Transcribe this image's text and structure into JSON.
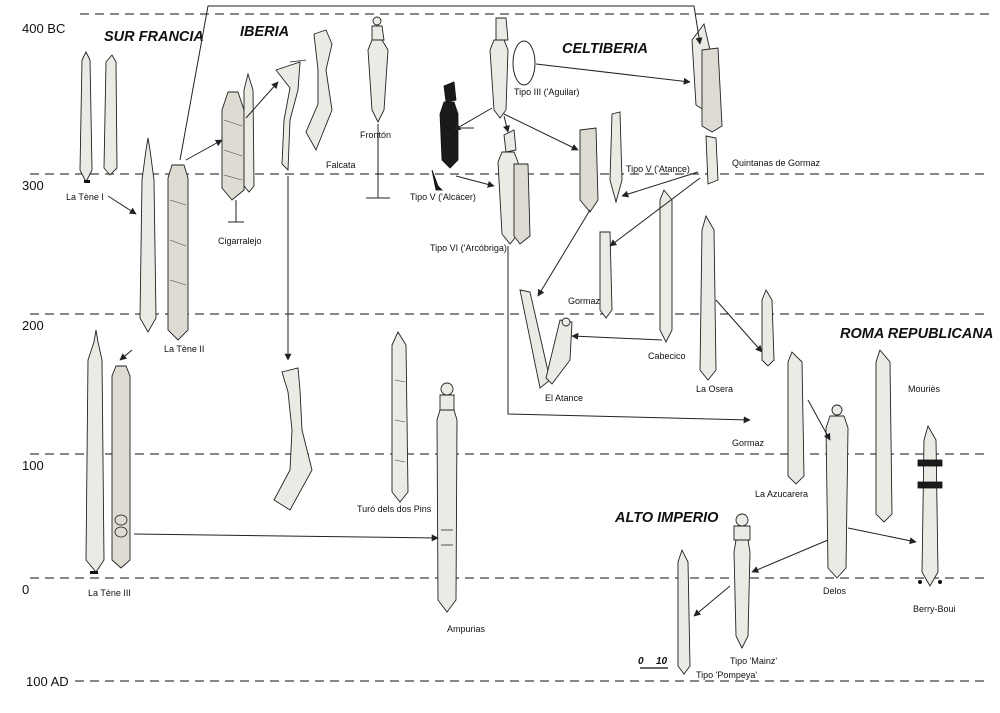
{
  "time_labels": {
    "bc400": "400 BC",
    "t300": "300",
    "t200": "200",
    "t100": "100",
    "t0": "0",
    "ad100": "100 AD"
  },
  "regions": {
    "sur_francia": "SUR FRANCIA",
    "iberia": "IBERIA",
    "celtiberia": "CELTIBERIA",
    "roma_republicana": "ROMA REPUBLICANA",
    "alto_imperio": "ALTO IMPERIO"
  },
  "labels": {
    "la_tene_1": "La Tène I",
    "la_tene_2": "La Tène II",
    "la_tene_3": "La Tène III",
    "cigarralejo": "Cigarralejo",
    "falcata": "Falcata",
    "fronton": "Frontón",
    "tipo_v_alcacer": "Tipo V ('Alcácer)",
    "tipo_iii_aguilar": "Tipo III ('Aguilar)",
    "tipo_v_atance": "Tipo V ('Atance)",
    "quintanas": "Quintanas de Gormaz",
    "tipo_vi_arcobriga": "Tipo VI ('Arcóbriga)",
    "gormaz_1": "Gormaz",
    "gormaz_2": "Gormaz",
    "cabecico": "Cabecico",
    "la_osera": "La Osera",
    "el_atance": "El Atance",
    "mouries": "Mouriès",
    "la_azucarera": "La Azucarera",
    "turo": "Turó dels dos Pins",
    "ampurias": "Ampurias",
    "delos": "Delos",
    "berry_bouy": "Berry-Boui",
    "tipo_mainz": "Tipo 'Mainz'",
    "tipo_pompeya": "Tipo 'Pompeya'"
  },
  "scale_bar": {
    "zero": "0",
    "ten": "10"
  }
}
